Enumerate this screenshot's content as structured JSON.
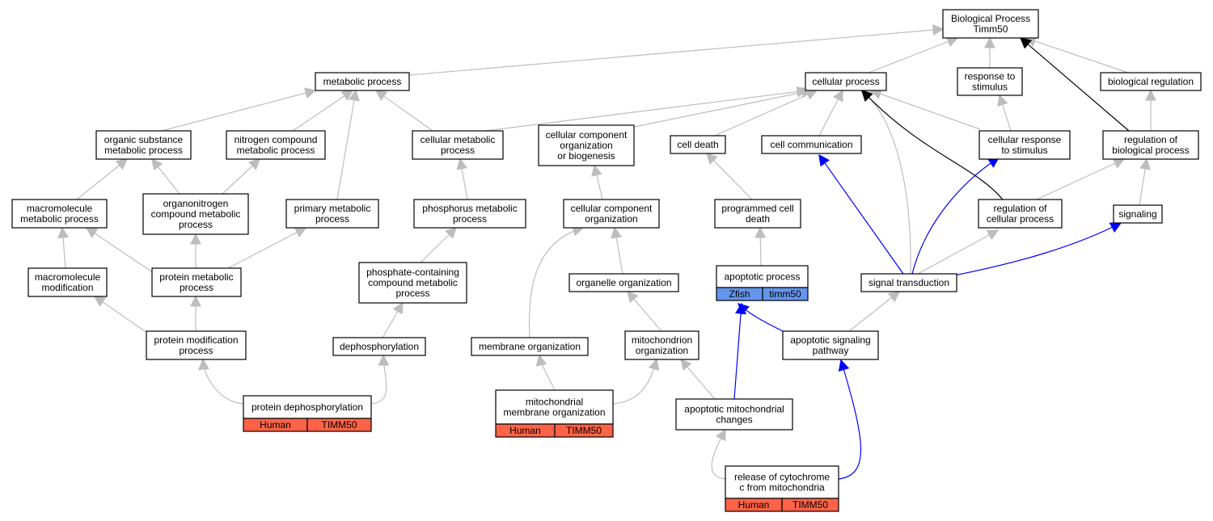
{
  "title": "Biological Process Timm50",
  "colors": {
    "edge_default": "#bdbdbd",
    "edge_positive": "#0000ff",
    "edge_root": "#000000",
    "human_cell": "#ff6347",
    "zfish_cell": "#6495ed",
    "node_fill": "#ffffff",
    "node_border": "#000000"
  },
  "nodes": [
    {
      "id": "root",
      "lines": [
        "Biological Process",
        "Timm50"
      ]
    },
    {
      "id": "metabolic",
      "lines": [
        "metabolic process"
      ]
    },
    {
      "id": "cellular",
      "lines": [
        "cellular process"
      ]
    },
    {
      "id": "response",
      "lines": [
        "response to",
        "stimulus"
      ]
    },
    {
      "id": "bioreg",
      "lines": [
        "biological regulation"
      ]
    },
    {
      "id": "organic",
      "lines": [
        "organic substance",
        "metabolic process"
      ]
    },
    {
      "id": "nitrogen",
      "lines": [
        "nitrogen compound",
        "metabolic process"
      ]
    },
    {
      "id": "cellmeta",
      "lines": [
        "cellular metabolic",
        "process"
      ]
    },
    {
      "id": "ccob",
      "lines": [
        "cellular component",
        "organization",
        "or biogenesis"
      ]
    },
    {
      "id": "celldeath",
      "lines": [
        "cell death"
      ]
    },
    {
      "id": "cellcomm",
      "lines": [
        "cell communication"
      ]
    },
    {
      "id": "cellresp",
      "lines": [
        "cellular response",
        "to stimulus"
      ]
    },
    {
      "id": "regbio",
      "lines": [
        "regulation of",
        "biological process"
      ]
    },
    {
      "id": "macrometa",
      "lines": [
        "macromolecule",
        "metabolic process"
      ]
    },
    {
      "id": "orgnitro",
      "lines": [
        "organonitrogen",
        "compound metabolic",
        "process"
      ]
    },
    {
      "id": "primary",
      "lines": [
        "primary metabolic",
        "process"
      ]
    },
    {
      "id": "phosphorus",
      "lines": [
        "phosphorus metabolic",
        "process"
      ]
    },
    {
      "id": "ccorg",
      "lines": [
        "cellular component",
        "organization"
      ]
    },
    {
      "id": "pcd",
      "lines": [
        "programmed cell",
        "death"
      ]
    },
    {
      "id": "regcell",
      "lines": [
        "regulation of",
        "cellular process"
      ]
    },
    {
      "id": "signaling",
      "lines": [
        "signaling"
      ]
    },
    {
      "id": "macromod",
      "lines": [
        "macromolecule",
        "modification"
      ]
    },
    {
      "id": "protmeta",
      "lines": [
        "protein metabolic",
        "process"
      ]
    },
    {
      "id": "phosphate",
      "lines": [
        "phosphate-containing",
        "compound metabolic",
        "process"
      ]
    },
    {
      "id": "organelle",
      "lines": [
        "organelle organization"
      ]
    },
    {
      "id": "apoptotic",
      "lines": [
        "apoptotic process"
      ],
      "cells": [
        {
          "label": "Zfish",
          "kind": "zfish"
        },
        {
          "label": "timm50",
          "kind": "zfish"
        }
      ]
    },
    {
      "id": "sigtrans",
      "lines": [
        "signal transduction"
      ]
    },
    {
      "id": "protmod",
      "lines": [
        "protein modification",
        "process"
      ]
    },
    {
      "id": "dephos",
      "lines": [
        "dephosphorylation"
      ]
    },
    {
      "id": "membrane",
      "lines": [
        "membrane organization"
      ]
    },
    {
      "id": "mito",
      "lines": [
        "mitochondrion",
        "organization"
      ]
    },
    {
      "id": "apopsig",
      "lines": [
        "apoptotic signaling",
        "pathway"
      ]
    },
    {
      "id": "protdephos",
      "lines": [
        "protein dephosphorylation"
      ],
      "cells": [
        {
          "label": "Human",
          "kind": "human"
        },
        {
          "label": "TIMM50",
          "kind": "human"
        }
      ]
    },
    {
      "id": "mitomem",
      "lines": [
        "mitochondrial",
        "membrane organization"
      ],
      "cells": [
        {
          "label": "Human",
          "kind": "human"
        },
        {
          "label": "TIMM50",
          "kind": "human"
        }
      ]
    },
    {
      "id": "apopmito",
      "lines": [
        "apoptotic mitochondrial",
        "changes"
      ]
    },
    {
      "id": "release",
      "lines": [
        "release of cytochrome",
        "c from mitochondria"
      ],
      "cells": [
        {
          "label": "Human",
          "kind": "human"
        },
        {
          "label": "TIMM50",
          "kind": "human"
        }
      ]
    }
  ],
  "edges": [
    {
      "from": "metabolic",
      "to": "root",
      "kind": "default"
    },
    {
      "from": "cellular",
      "to": "root",
      "kind": "default"
    },
    {
      "from": "response",
      "to": "root",
      "kind": "default"
    },
    {
      "from": "bioreg",
      "to": "root",
      "kind": "default"
    },
    {
      "from": "regbio",
      "to": "root",
      "kind": "root"
    },
    {
      "from": "organic",
      "to": "metabolic",
      "kind": "default"
    },
    {
      "from": "nitrogen",
      "to": "metabolic",
      "kind": "default"
    },
    {
      "from": "cellmeta",
      "to": "metabolic",
      "kind": "default"
    },
    {
      "from": "primary",
      "to": "metabolic",
      "kind": "default"
    },
    {
      "from": "cellmeta",
      "to": "cellular",
      "kind": "default"
    },
    {
      "from": "ccob",
      "to": "cellular",
      "kind": "default"
    },
    {
      "from": "celldeath",
      "to": "cellular",
      "kind": "default"
    },
    {
      "from": "cellcomm",
      "to": "cellular",
      "kind": "default"
    },
    {
      "from": "cellresp",
      "to": "cellular",
      "kind": "default"
    },
    {
      "from": "sigtrans",
      "to": "cellular",
      "kind": "default"
    },
    {
      "from": "regcell",
      "to": "cellular",
      "kind": "root"
    },
    {
      "from": "cellresp",
      "to": "response",
      "kind": "default"
    },
    {
      "from": "regbio",
      "to": "bioreg",
      "kind": "default"
    },
    {
      "from": "macrometa",
      "to": "organic",
      "kind": "default"
    },
    {
      "from": "orgnitro",
      "to": "organic",
      "kind": "default"
    },
    {
      "from": "orgnitro",
      "to": "nitrogen",
      "kind": "default"
    },
    {
      "from": "phosphorus",
      "to": "cellmeta",
      "kind": "default"
    },
    {
      "from": "ccorg",
      "to": "ccob",
      "kind": "default"
    },
    {
      "from": "pcd",
      "to": "celldeath",
      "kind": "default"
    },
    {
      "from": "sigtrans",
      "to": "cellcomm",
      "kind": "positive"
    },
    {
      "from": "sigtrans",
      "to": "cellresp",
      "kind": "positive"
    },
    {
      "from": "regcell",
      "to": "regbio",
      "kind": "default"
    },
    {
      "from": "signaling",
      "to": "regbio",
      "kind": "default"
    },
    {
      "from": "macromod",
      "to": "macrometa",
      "kind": "default"
    },
    {
      "from": "protmeta",
      "to": "macrometa",
      "kind": "default"
    },
    {
      "from": "protmeta",
      "to": "primary",
      "kind": "default"
    },
    {
      "from": "protmeta",
      "to": "orgnitro",
      "kind": "default"
    },
    {
      "from": "phosphate",
      "to": "phosphorus",
      "kind": "default"
    },
    {
      "from": "membrane",
      "to": "ccorg",
      "kind": "default"
    },
    {
      "from": "organelle",
      "to": "ccorg",
      "kind": "default"
    },
    {
      "from": "apoptotic",
      "to": "pcd",
      "kind": "default"
    },
    {
      "from": "sigtrans",
      "to": "regcell",
      "kind": "default"
    },
    {
      "from": "sigtrans",
      "to": "signaling",
      "kind": "positive"
    },
    {
      "from": "protmod",
      "to": "macromod",
      "kind": "default"
    },
    {
      "from": "protmod",
      "to": "protmeta",
      "kind": "default"
    },
    {
      "from": "dephos",
      "to": "phosphate",
      "kind": "default"
    },
    {
      "from": "mito",
      "to": "organelle",
      "kind": "default"
    },
    {
      "from": "apopsig",
      "to": "sigtrans",
      "kind": "default"
    },
    {
      "from": "apopsig",
      "to": "apoptotic",
      "kind": "positive"
    },
    {
      "from": "protdephos",
      "to": "protmod",
      "kind": "default"
    },
    {
      "from": "protdephos",
      "to": "dephos",
      "kind": "default"
    },
    {
      "from": "mitomem",
      "to": "membrane",
      "kind": "default"
    },
    {
      "from": "mitomem",
      "to": "mito",
      "kind": "default"
    },
    {
      "from": "apopmito",
      "to": "mito",
      "kind": "default"
    },
    {
      "from": "apopmito",
      "to": "apoptotic",
      "kind": "positive"
    },
    {
      "from": "release",
      "to": "apopmito",
      "kind": "default"
    },
    {
      "from": "release",
      "to": "apopsig",
      "kind": "positive"
    }
  ]
}
